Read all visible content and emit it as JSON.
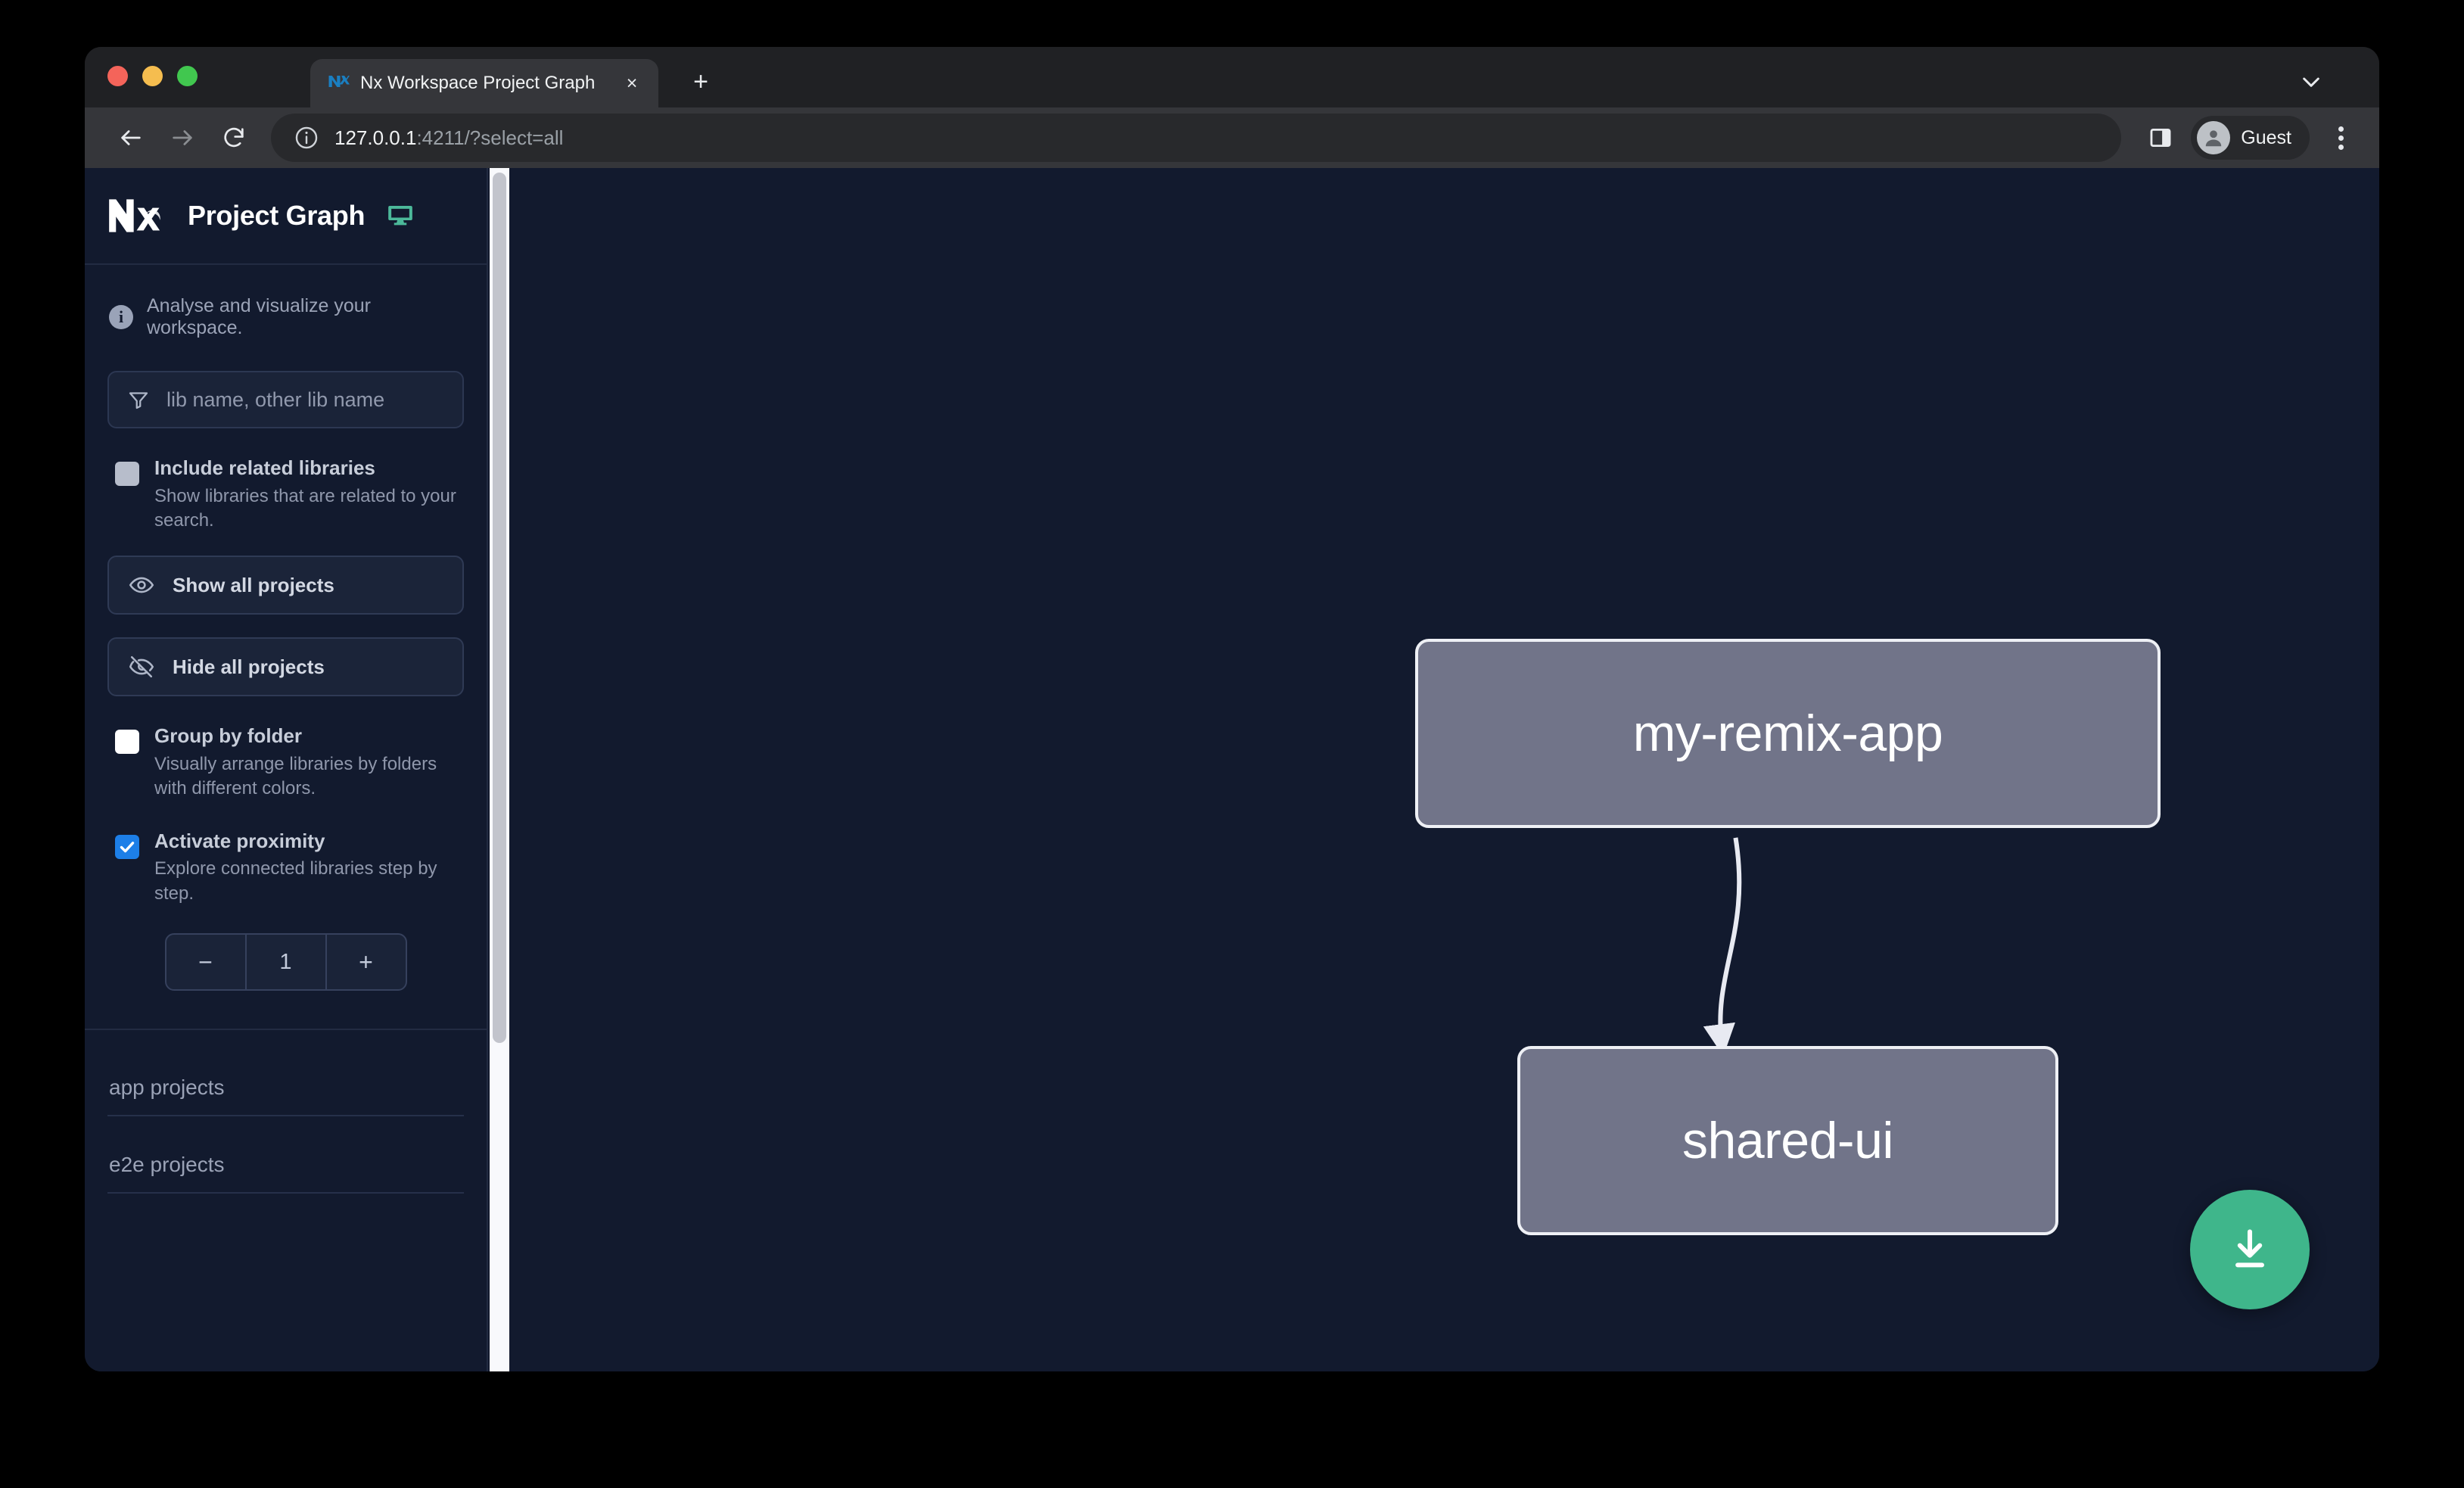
{
  "browser": {
    "tab": {
      "title": "Nx Workspace Project Graph",
      "favicon": "nx-logo-icon",
      "close_label": "×"
    },
    "new_tab_label": "+",
    "tabstrip_chevron": "chevron-down-icon",
    "toolbar": {
      "back": "back-arrow-icon",
      "forward": "forward-arrow-icon",
      "reload": "reload-icon",
      "site_info": "info-circle-icon",
      "url_host": "127.0.0.1",
      "url_rest": ":4211/?select=all",
      "side_panel": "side-panel-icon",
      "profile_name": "Guest",
      "menu": "kebab-menu-icon"
    }
  },
  "sidebar": {
    "app_title": "Project Graph",
    "logo": "nx-logo-icon",
    "monitor_icon": "monitor-icon",
    "blurb": "Analyse and visualize your workspace.",
    "filter": {
      "icon": "funnel-icon",
      "placeholder": "lib name, other lib name",
      "value": ""
    },
    "options": [
      {
        "id": "include-related-libraries",
        "title": "Include related libraries",
        "desc": "Show libraries that are related to your search.",
        "checked": false,
        "style": "gray"
      },
      {
        "id": "group-by-folder",
        "title": "Group by folder",
        "desc": "Visually arrange libraries by folders with different colors.",
        "checked": false,
        "style": "white"
      },
      {
        "id": "activate-proximity",
        "title": "Activate proximity",
        "desc": "Explore connected libraries step by step.",
        "checked": true,
        "style": "blue"
      }
    ],
    "buttons": [
      {
        "id": "show-all-projects",
        "label": "Show all projects",
        "icon": "eye-icon"
      },
      {
        "id": "hide-all-projects",
        "label": "Hide all projects",
        "icon": "eye-slash-icon"
      }
    ],
    "stepper": {
      "decrement_label": "−",
      "value": "1",
      "increment_label": "+"
    },
    "sections": [
      {
        "id": "app-projects",
        "label": "app projects"
      },
      {
        "id": "e2e-projects",
        "label": "e2e projects"
      }
    ]
  },
  "graph": {
    "nodes": [
      {
        "id": "my-remix-app",
        "label": "my-remix-app"
      },
      {
        "id": "shared-ui",
        "label": "shared-ui"
      }
    ],
    "edges": [
      {
        "from": "my-remix-app",
        "to": "shared-ui"
      }
    ],
    "download_button": {
      "icon": "download-icon"
    }
  },
  "colors": {
    "page_bg": "#121a2e",
    "sidebar_bg": "#121a2e",
    "node_fill": "#717489",
    "node_border": "#eef0f5",
    "accent_green": "#3fb68b",
    "monitor_green": "#4cb99a",
    "checkbox_blue": "#1d7fe8"
  }
}
